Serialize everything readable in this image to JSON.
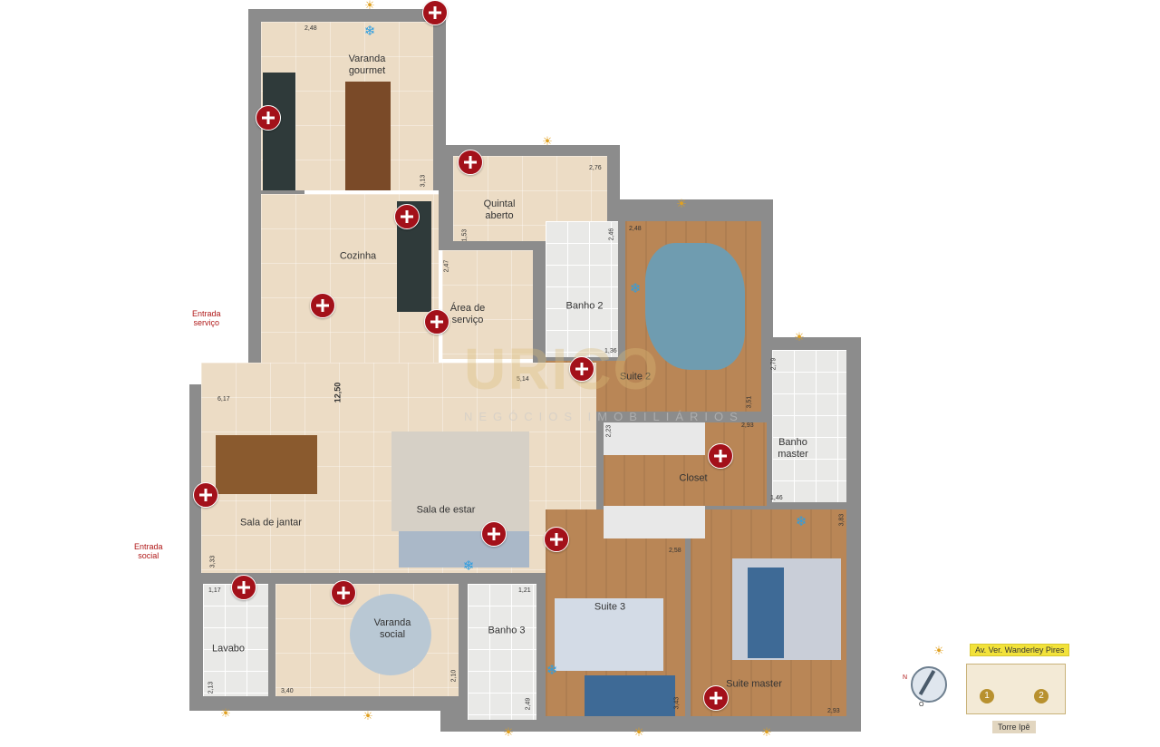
{
  "plan": {
    "rooms": {
      "varanda_gourmet": "Varanda\ngourmet",
      "quintal_aberto": "Quintal\naberto",
      "cozinha": "Cozinha",
      "area_servico": "Área de\nserviço",
      "banho_2": "Banho 2",
      "suite_2": "Suite 2",
      "banho_master": "Banho\nmaster",
      "closet": "Closet",
      "sala_jantar": "Sala de jantar",
      "sala_estar": "Sala de estar",
      "suite_3": "Suite 3",
      "suite_master": "Suite master",
      "lavabo": "Lavabo",
      "varanda_social": "Varanda\nsocial",
      "banho_3": "Banho 3"
    },
    "entrances": {
      "servico": "Entrada\nserviço",
      "social": "Entrada\nsocial"
    },
    "dimensions": [
      "2,48",
      "3,13",
      "2,76",
      "1,53",
      "2,47",
      "2,46",
      "2,48",
      "1,36",
      "5,14",
      "3,51",
      "12,50",
      "6,17",
      "2,79",
      "2,23",
      "2,93",
      "1,46",
      "3,83",
      "2,58",
      "1,21",
      "3,33",
      "1,17",
      "2,13",
      "3,40",
      "2,10",
      "2,49",
      "3,43",
      "2,93"
    ],
    "hotspot_count": 14
  },
  "watermark": {
    "brand": "URICO",
    "tagline": "NEGÓCIOS IMOBILIÁRIOS"
  },
  "location_key": {
    "street": "Av. Ver. Wanderley Pires",
    "tower": "Torre Ipê",
    "units": [
      "1",
      "2"
    ],
    "compass": {
      "n": "N",
      "s": "O"
    }
  },
  "colors": {
    "hotspot": "#a3111a",
    "wall": "#8c8c8c",
    "floor_social": "#ecdcc5",
    "floor_bedroom": "#b98656",
    "floor_wet": "#e9e9e7",
    "ac": "#2f9ee0",
    "sun": "#e0a020",
    "entry_label": "#b01818"
  }
}
